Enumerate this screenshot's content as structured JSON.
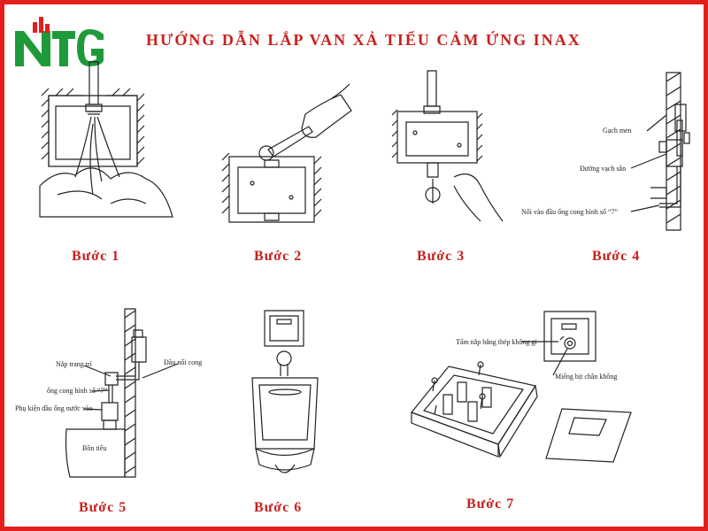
{
  "header": {
    "logo_text": "NTG",
    "title": "HƯỚNG DẪN LẮP VAN XẢ TIỂU CẢM ỨNG INAX"
  },
  "colors": {
    "frame": "#e3201b",
    "title": "#c8201c",
    "logo_green": "#1f9a3b",
    "logo_red": "#e3201b",
    "line": "#222222"
  },
  "steps": [
    {
      "label": "Bước 1"
    },
    {
      "label": "Bước 2"
    },
    {
      "label": "Bước 3"
    },
    {
      "label": "Bước 4",
      "annotations": [
        "Gạch men",
        "Đường vạch sẵn",
        "Nối vào đầu ống cong hình số “7”"
      ]
    },
    {
      "label": "Bước 5",
      "annotations": [
        "Nắp trang trí",
        "Đầu nối cong",
        "ống cong hình số “7”",
        "Phụ kiện đầu ống nước vào",
        "Bồn tiểu"
      ]
    },
    {
      "label": "Bước 6"
    },
    {
      "label": "Bước 7",
      "annotations": [
        "Tấm nắp bằng thép không gỉ",
        "Miếng bịt chân không"
      ]
    }
  ]
}
